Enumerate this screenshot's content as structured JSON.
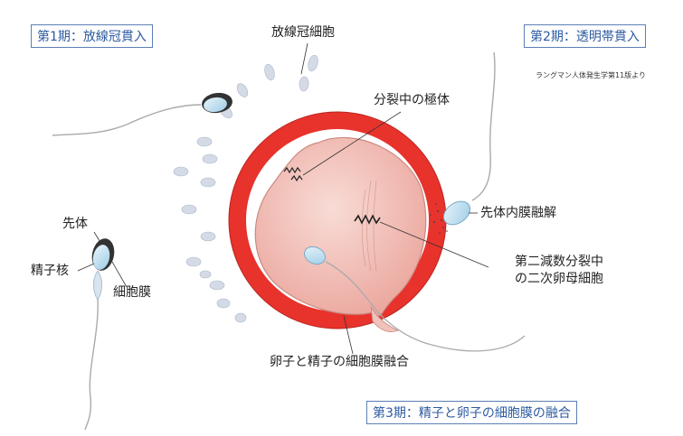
{
  "stages": {
    "stage1": "第1期：放線冠貫入",
    "stage2": "第2期：透明帯貫入",
    "stage3": "第3期：精子と卵子の細胞膜の融合"
  },
  "credit": "ラングマン人体発生学第11版より",
  "labels": {
    "corona_radiata": "放線冠細胞",
    "polar_body": "分裂中の極体",
    "acrosome_reaction": "先体内膜融解",
    "meiosis_line1": "第二減数分裂中",
    "meiosis_line2": "の二次卵母細胞",
    "membrane_fusion": "卵子と精子の細胞膜融合",
    "acrosome": "先体",
    "sperm_nucleus": "精子核",
    "cell_membrane": "細胞膜"
  },
  "colors": {
    "zona_pellucida": "#e8322c",
    "oocyte": "#f3c9c3",
    "corona_cells": "#cfd7e4",
    "stage_text": "#2d5aa0"
  }
}
